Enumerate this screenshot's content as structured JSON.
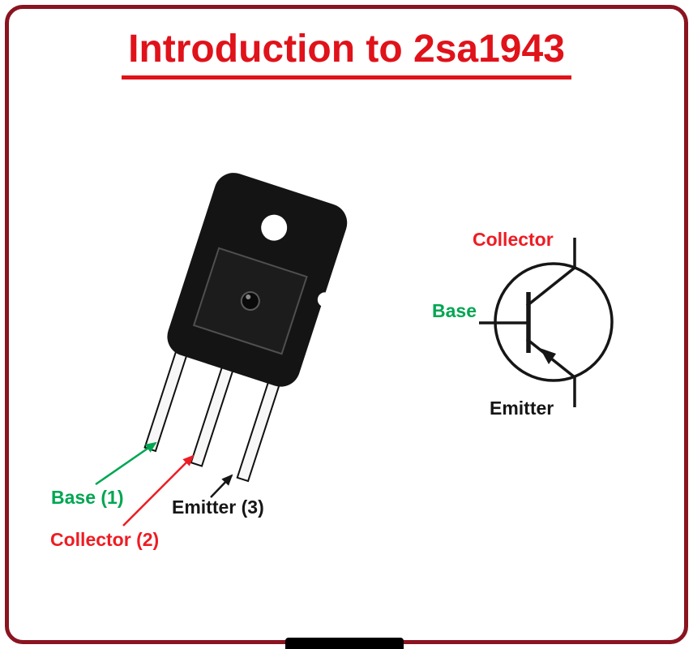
{
  "title": "Introduction to 2sa1943",
  "package_diagram": {
    "description": "2SA1943 power transistor package with three leads",
    "pins": [
      {
        "label": "Base (1)",
        "color": "#00a651"
      },
      {
        "label": "Collector (2)",
        "color": "#ee1c23"
      },
      {
        "label": "Emitter (3)",
        "color": "#161616"
      }
    ]
  },
  "symbol_diagram": {
    "type": "pnp-transistor-symbol",
    "collector_label": "Collector",
    "base_label": "Base",
    "emitter_label": "Emitter"
  },
  "colors": {
    "frame_border": "#8a1420",
    "title_red": "#e0121a",
    "base_green": "#00a651",
    "collector_red": "#ee1c23",
    "text_black": "#161616",
    "background": "#ffffff"
  }
}
